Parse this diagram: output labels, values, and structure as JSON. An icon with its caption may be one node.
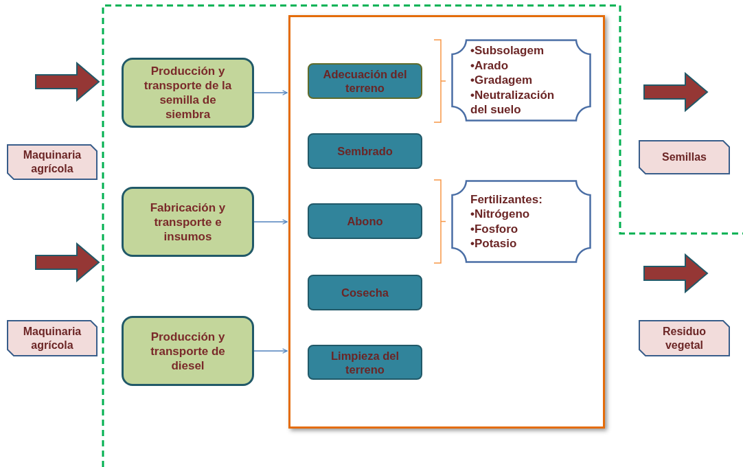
{
  "diagram": {
    "nodes": [
      {
        "text": [
          "Maquinaria agrícola"
        ]
      },
      {
        "text": [
          "Maquinaria agrícola"
        ]
      },
      {
        "text": [
          "Producción y transporte de la semilla de siembra"
        ]
      },
      {
        "text": [
          "Fabricación y transporte e insumos"
        ]
      },
      {
        "text": [
          "Producción y transporte de diesel"
        ]
      },
      {
        "text": [],
        "shape": "box"
      },
      {
        "text": [
          "Adecuación del terreno"
        ],
        "in": 5
      },
      {
        "text": [
          "Sembrado"
        ],
        "in": 5
      },
      {
        "text": [
          "Abono"
        ],
        "in": 5
      },
      {
        "text": [
          "Cosecha"
        ],
        "in": 5
      },
      {
        "text": [
          "Limpieza del terreno"
        ],
        "in": 5
      },
      {
        "text": [
          "•Subsolagem",
          "•Arado",
          "•Gradagem",
          "•Neutralización del suelo"
        ],
        "in": 5
      },
      {
        "text": [
          "Fertilizantes:",
          "•Nitrógeno",
          "•Fosforo",
          "•Potasio"
        ],
        "in": 5
      },
      {
        "text": [
          "Semillas"
        ]
      },
      {
        "text": [
          "Residuo vegetal"
        ]
      }
    ],
    "edges": [
      {
        "from": 2,
        "to": 5,
        "arrow": "to"
      },
      {
        "from": 3,
        "to": 5,
        "arrow": "to"
      },
      {
        "from": 4,
        "to": 5,
        "arrow": "to"
      }
    ]
  }
}
